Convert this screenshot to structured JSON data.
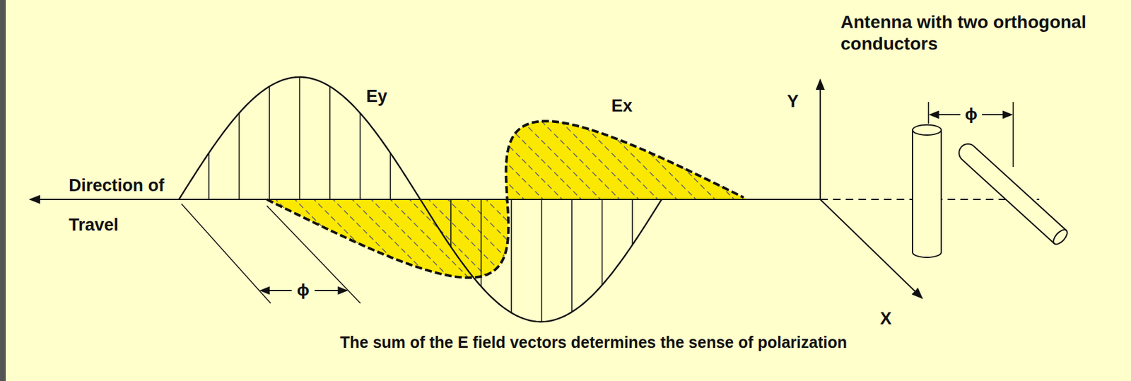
{
  "diagram": {
    "caption": "The sum of the E field vectors determines the sense of polarization",
    "labels": [
      "Antenna with two orthogonal conductors",
      "Ey",
      "Ex",
      "Direction of Travel",
      "Y",
      "X",
      "ϕ",
      "ϕ"
    ]
  }
}
